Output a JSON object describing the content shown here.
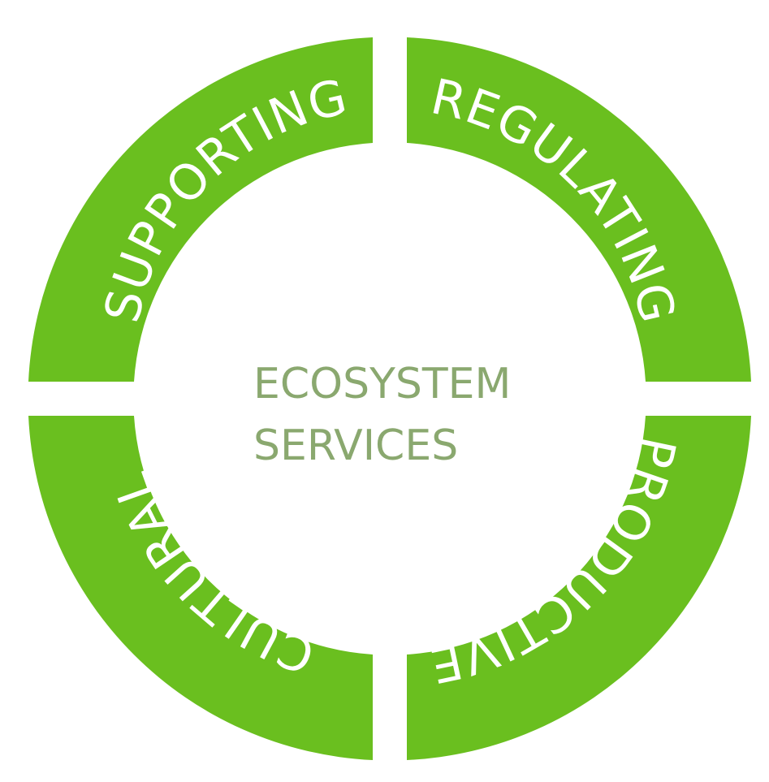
{
  "diagram": {
    "center": {
      "line1": "ECOSYSTEM",
      "line2": "SERVICES"
    },
    "segments": [
      {
        "label": "SUPPORTING"
      },
      {
        "label": "REGULATING"
      },
      {
        "label": "PRODUCTIVE"
      },
      {
        "label": "CULTURAL"
      }
    ]
  },
  "colors": {
    "ring": "#6abf1f",
    "ring_text": "#ffffff",
    "center_text": "#8aa86f",
    "background": "#ffffff"
  }
}
